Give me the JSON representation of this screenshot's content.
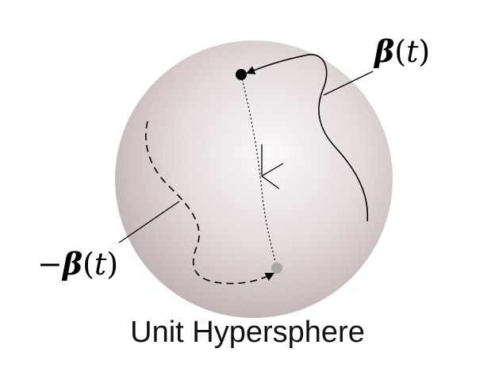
{
  "diagram": {
    "caption": "Unit Hypersphere",
    "labels": {
      "beta_positive": {
        "symbol": "β",
        "open": "(",
        "var": "t",
        "close": ")"
      },
      "beta_negative": {
        "sign": "−",
        "symbol": "β",
        "open": "(",
        "var": "t",
        "close": ")"
      }
    },
    "colors": {
      "sphere_highlight": "#fbf9f9",
      "sphere_mid": "#e4dada",
      "sphere_shadow": "#bfb0b0",
      "point_positive": "#000000",
      "point_negative": "#a8a8a8",
      "curve": "#000000"
    }
  }
}
